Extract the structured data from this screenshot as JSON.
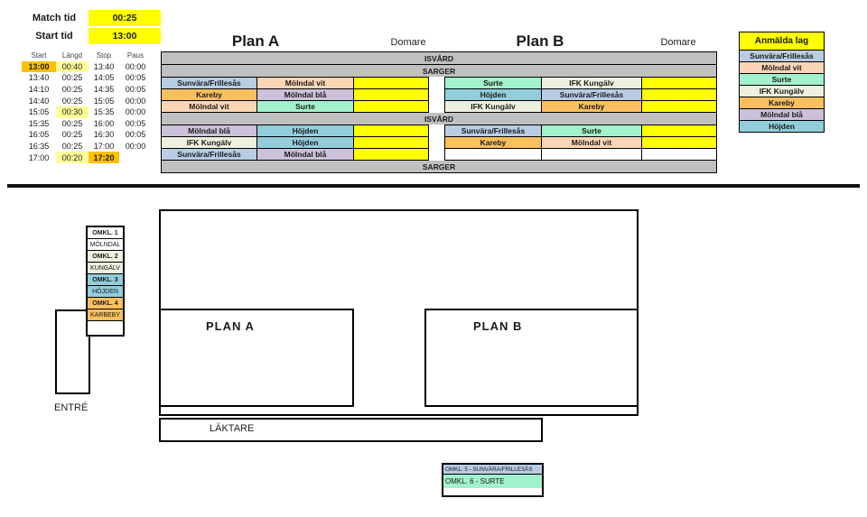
{
  "colors": {
    "input_yellow": "#FFFF00",
    "highlight_orange": "#FFC000",
    "highlight_pale_yellow": "#FFFF99",
    "bar_gray": "#C0C0C0",
    "team_sunvara": "#B8CCE4",
    "team_molndal_vit": "#FCD5B4",
    "team_surte": "#A2F1CD",
    "team_ifk_kungalv": "#EBF1DE",
    "team_kareby": "#FABF5E",
    "team_molndal_bla": "#CCC0DA",
    "team_hojden": "#92CDDC"
  },
  "controls": {
    "match_tid_label": "Match tid",
    "match_tid_value": "00:25",
    "start_tid_label": "Start tid",
    "start_tid_value": "13:00"
  },
  "time_table": {
    "headers": [
      "Start",
      "Längd",
      "Stop",
      "Paus"
    ],
    "rows": [
      {
        "start": "13:00",
        "langd": "00:40",
        "stop": "13:40",
        "paus": "00:00"
      },
      {
        "start": "13:40",
        "langd": "00:25",
        "stop": "14:05",
        "paus": "00:05"
      },
      {
        "start": "14:10",
        "langd": "00:25",
        "stop": "14:35",
        "paus": "00:05"
      },
      {
        "start": "14:40",
        "langd": "00:25",
        "stop": "15:05",
        "paus": "00:00"
      },
      {
        "start": "15:05",
        "langd": "00:30",
        "stop": "15:35",
        "paus": "00:00"
      },
      {
        "start": "15:35",
        "langd": "00:25",
        "stop": "16:00",
        "paus": "00:05"
      },
      {
        "start": "16:05",
        "langd": "00:25",
        "stop": "16:30",
        "paus": "00:05"
      },
      {
        "start": "16:35",
        "langd": "00:25",
        "stop": "17:00",
        "paus": "00:00"
      },
      {
        "start": "17:00",
        "langd": "00:20",
        "stop": "17:20",
        "paus": ""
      }
    ]
  },
  "schedule": {
    "plan_a_label": "Plan A",
    "plan_b_label": "Plan B",
    "domare_label": "Domare",
    "isvard_label": "ISVÅRD",
    "sarger_label": "SARGER",
    "rows": [
      {
        "a1": {
          "t": "Sunvära/Frillesås",
          "c": "#B8CCE4"
        },
        "a2": {
          "t": "Mölndal vit",
          "c": "#FCD5B4"
        },
        "ad": {
          "c": "#FFFF00"
        },
        "b1": {
          "t": "Surte",
          "c": "#A2F1CD"
        },
        "b2": {
          "t": "IFK Kungälv",
          "c": "#EBF1DE"
        },
        "bd": {
          "c": "#FFFF00"
        }
      },
      {
        "a1": {
          "t": "Kareby",
          "c": "#FABF5E"
        },
        "a2": {
          "t": "Mölndal blå",
          "c": "#CCC0DA"
        },
        "ad": {
          "c": "#FFFF00"
        },
        "b1": {
          "t": "Höjden",
          "c": "#92CDDC"
        },
        "b2": {
          "t": "Sunvära/Frillesås",
          "c": "#B8CCE4"
        },
        "bd": {
          "c": "#FFFF00"
        }
      },
      {
        "a1": {
          "t": "Mölndal vit",
          "c": "#FCD5B4"
        },
        "a2": {
          "t": "Surte",
          "c": "#A2F1CD"
        },
        "ad": {
          "c": "#FFFF00"
        },
        "b1": {
          "t": "IFK Kungälv",
          "c": "#EBF1DE"
        },
        "b2": {
          "t": "Kareby",
          "c": "#FABF5E"
        },
        "bd": {
          "c": "#FFFF00"
        }
      },
      {
        "a1": {
          "t": "Mölndal blå",
          "c": "#CCC0DA"
        },
        "a2": {
          "t": "Höjden",
          "c": "#92CDDC"
        },
        "ad": {
          "c": "#FFFF00"
        },
        "b1": {
          "t": "Sunvära/Frillesås",
          "c": "#B8CCE4"
        },
        "b2": {
          "t": "Surte",
          "c": "#A2F1CD"
        },
        "bd": {
          "c": "#FFFF00"
        }
      },
      {
        "a1": {
          "t": "IFK Kungälv",
          "c": "#EBF1DE"
        },
        "a2": {
          "t": "Höjden",
          "c": "#92CDDC"
        },
        "ad": {
          "c": "#FFFF00"
        },
        "b1": {
          "t": "Kareby",
          "c": "#FABF5E"
        },
        "b2": {
          "t": "Mölndal vit",
          "c": "#FCD5B4"
        },
        "bd": {
          "c": "#FFFF00"
        }
      },
      {
        "a1": {
          "t": "Sunvära/Frillesås",
          "c": "#B8CCE4"
        },
        "a2": {
          "t": "Mölndal blå",
          "c": "#CCC0DA"
        },
        "ad": {
          "c": "#FFFF00"
        },
        "b1": {
          "t": "",
          "c": "#FFFFFF"
        },
        "b2": {
          "t": "",
          "c": "#FFFFFF"
        },
        "bd": {
          "c": "#FFFFFF"
        }
      }
    ]
  },
  "anmalda": {
    "title": "Anmälda lag",
    "items": [
      {
        "t": "Sunvära/Frillesås",
        "c": "#B8CCE4"
      },
      {
        "t": "Mölndal vit",
        "c": "#FCD5B4"
      },
      {
        "t": "Surte",
        "c": "#A2F1CD"
      },
      {
        "t": "IFK Kungälv",
        "c": "#EBF1DE"
      },
      {
        "t": "Kareby",
        "c": "#FABF5E"
      },
      {
        "t": "Mölndal blå",
        "c": "#CCC0DA"
      },
      {
        "t": "Höjden",
        "c": "#92CDDC"
      }
    ]
  },
  "floor_plan": {
    "plan_a_label": "PLAN A",
    "plan_b_label": "PLAN B",
    "laktare_label": "LÄKTARE",
    "entre_label": "ENTRÉ",
    "omkl_rooms": [
      {
        "label": "OMKL. 1",
        "team": "MÖLNDAL",
        "c": "#FFFFFF"
      },
      {
        "label": "OMKL. 2",
        "team": "KUNGÄLV",
        "c": "#EBF1DE"
      },
      {
        "label": "OMKL. 3",
        "team": "HÖJDEN",
        "c": "#92CDDC"
      },
      {
        "label": "OMKL. 4",
        "team": "KARBEBY",
        "c": "#FABF5E"
      }
    ],
    "omkl_extra": [
      {
        "t": "OMKL. 5 - SUNVÄRA/FRILLESÅS",
        "c": "#B8CCE4"
      },
      {
        "t": "OMKL. 6 - SURTE",
        "c": "#A2F1CD"
      }
    ]
  }
}
